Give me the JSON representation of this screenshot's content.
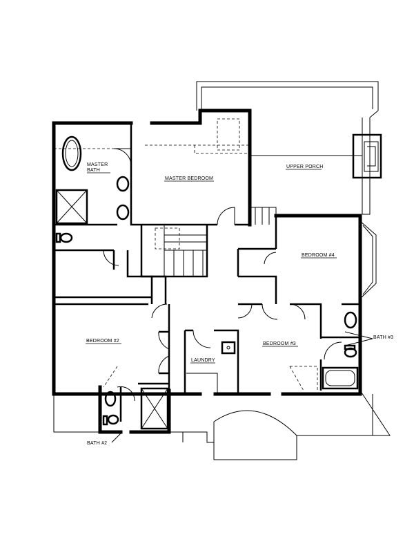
{
  "plan": {
    "rooms": {
      "master_bath_1": "MASTER",
      "master_bath_2": "BATH",
      "master_bedroom": "MASTER BEDROOM",
      "upper_porch": "UPPER PORCH",
      "bedroom_4": "BEDROOM #4",
      "bedroom_2": "BEDROOM #2",
      "bedroom_3": "BEDROOM #3",
      "laundry": "LAUNDRY",
      "bath_3": "BATH #3",
      "bath_2": "BATH #2"
    }
  }
}
